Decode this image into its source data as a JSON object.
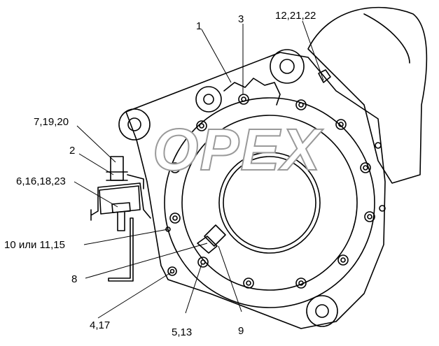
{
  "watermark": {
    "text": "OPEX",
    "color": "#9a9a9a"
  },
  "callouts": [
    {
      "id": "c1",
      "text": "1"
    },
    {
      "id": "c3",
      "text": "3"
    },
    {
      "id": "c12",
      "text": "12,21,22"
    },
    {
      "id": "c7",
      "text": "7,19,20"
    },
    {
      "id": "c2",
      "text": "2"
    },
    {
      "id": "c6",
      "text": "6,16,18,23"
    },
    {
      "id": "c10",
      "text": "10 или 11,15"
    },
    {
      "id": "c8",
      "text": "8"
    },
    {
      "id": "c4",
      "text": "4,17"
    },
    {
      "id": "c5",
      "text": "5,13"
    },
    {
      "id": "c9",
      "text": "9"
    }
  ],
  "colors": {
    "ink": "#000000",
    "paper": "#ffffff"
  }
}
